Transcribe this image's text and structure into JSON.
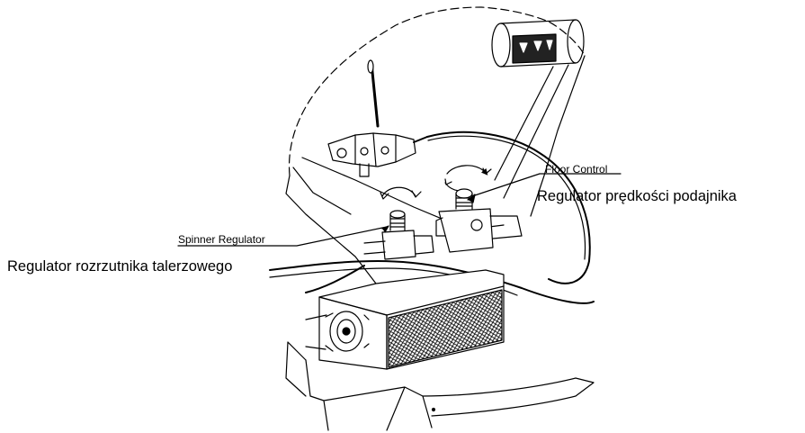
{
  "labels": {
    "floor_control": "Floor Control",
    "floor_control_translation": "Regulator prędkości podajnika",
    "spinner_regulator": "Spinner Regulator",
    "spinner_regulator_translation": "Regulator rozrzutnika talerzowego"
  },
  "colors": {
    "line": "#000000",
    "background": "#ffffff"
  }
}
